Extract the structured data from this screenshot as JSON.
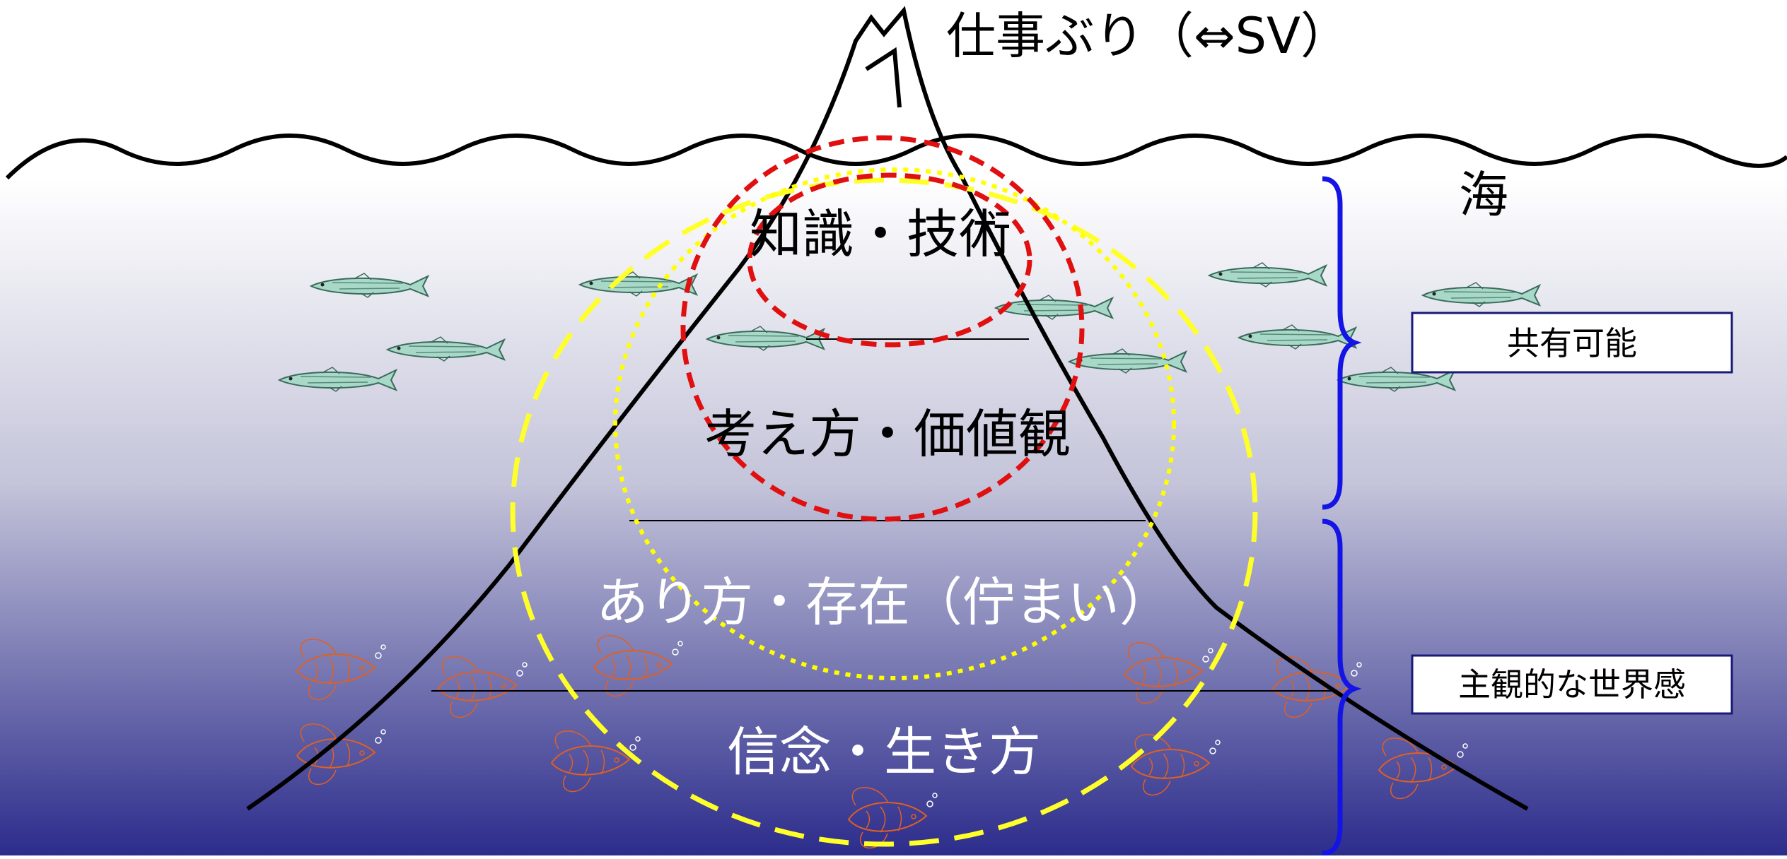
{
  "labels": {
    "peak": "仕事ぶり（⇔SV）",
    "sea": "海",
    "layer1": "知識・技術",
    "layer2": "考え方・価値観",
    "layer3": "あり方・存在（佇まい）",
    "layer4": "信念・生き方",
    "box_shared": "共有可能",
    "box_subjective": "主観的な世界感"
  },
  "colors": {
    "sea_top": "#ffffff",
    "sea_bottom": "#2c2c8c",
    "mountain_line": "#000000",
    "red_ellipse": "#e01010",
    "yellow_dashed": "#ffff2a",
    "yellow_dotted": "#ffff00",
    "brace_blue": "#1414e6",
    "box_border": "#1a1a7a",
    "fish_teal": "#a8d8c8",
    "fish_orange": "#e06020"
  }
}
